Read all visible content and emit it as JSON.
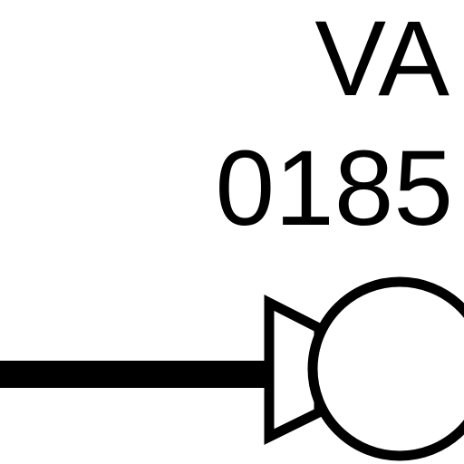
{
  "tag": {
    "line1": "VA",
    "line2": "0185"
  },
  "colors": {
    "ink": "#000000",
    "paper": "#ffffff"
  },
  "symbols": {
    "valve": "valve-actuator-icon",
    "pipe": "process-line"
  }
}
